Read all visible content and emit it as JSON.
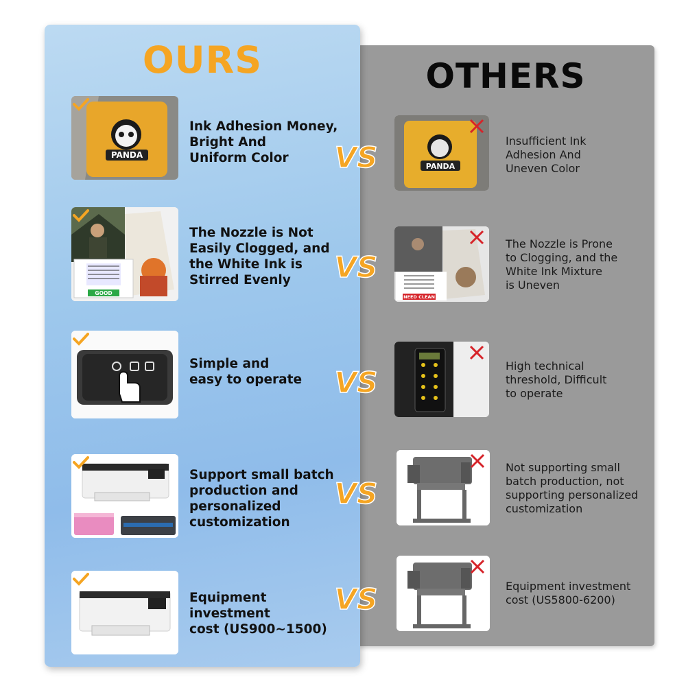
{
  "ours_title": "OURS",
  "others_title": "OTHERS",
  "vs_label": "VS",
  "ours_items": [
    {
      "text": "Ink Adhesion Money,\nBright And\nUniform Color",
      "image_label": "PANDA"
    },
    {
      "text": "The Nozzle is Not\nEasily Clogged, and\nthe White Ink is\nStirred Evenly",
      "image_label": "GOOD"
    },
    {
      "text": "Simple and\neasy to operate"
    },
    {
      "text": "Support small batch\nproduction and\npersonalized\ncustomization"
    },
    {
      "text": "Equipment\ninvestment\ncost (US900~1500)"
    }
  ],
  "others_items": [
    {
      "text": "Insufficient Ink\nAdhesion And\nUneven Color",
      "image_label": "PANDA"
    },
    {
      "text": "The Nozzle is Prone\nto Clogging, and the\nWhite Ink Mixture\nis Uneven",
      "image_label": "NEED CLEAN"
    },
    {
      "text": "High technical\nthreshold, Difficult\nto operate"
    },
    {
      "text": "Not supporting small\nbatch production, not\nsupporting personalized\ncustomization"
    },
    {
      "text": "Equipment investment\ncost (US5800-6200)"
    }
  ],
  "colors": {
    "accent": "#f5a523",
    "check": "#f5a523",
    "cross": "#d6242a",
    "good": "#2aa845",
    "bad": "#d6242a"
  },
  "icons": {
    "check": "check-icon",
    "cross": "cross-icon"
  }
}
